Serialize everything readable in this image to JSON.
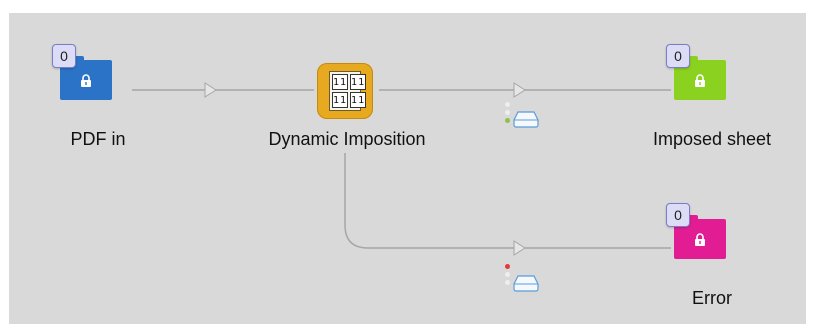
{
  "nodes": {
    "pdf_in": {
      "label": "PDF in",
      "badge": "0",
      "color": "#2b73c6",
      "icon": "lock-icon"
    },
    "dynamic_imposition": {
      "label": "Dynamic Imposition",
      "cells": [
        "11",
        "11",
        "11",
        "11"
      ],
      "color": "#e7a91f"
    },
    "imposed_sheet": {
      "label": "Imposed sheet",
      "badge": "0",
      "color": "#8bd11f",
      "icon": "lock-icon"
    },
    "error": {
      "label": "Error",
      "badge": "0",
      "color": "#e21d94",
      "icon": "lock-icon"
    }
  },
  "connections": {
    "success": {
      "icon": "drive-icon",
      "dot_colors": [
        "#eeeeee",
        "#eeeeee",
        "#8bc34a"
      ]
    },
    "error": {
      "icon": "drive-icon",
      "dot_colors": [
        "#e53935",
        "#eeeeee",
        "#eeeeee"
      ]
    }
  },
  "colors": {
    "canvas": "#d9d9d9",
    "wire": "#a6a6a6",
    "arrow_fill": "#e6e6e6"
  }
}
